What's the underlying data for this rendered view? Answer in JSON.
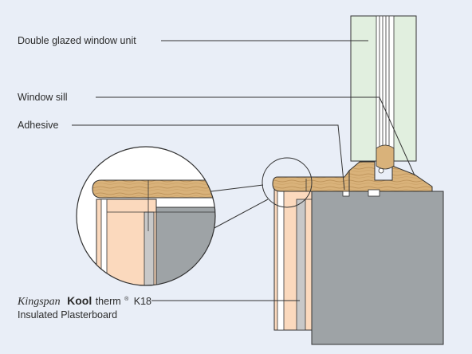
{
  "labels": {
    "glazing": "Double glazed window unit",
    "sill": "Window sill",
    "adhesive": "Adhesive",
    "product_brand": "Kingspan",
    "product_name_bold": "Kool",
    "product_name_rest": "therm",
    "product_reg": "®",
    "product_code": "K18",
    "product_desc": "Insulated Plasterboard"
  },
  "colors": {
    "background": "#e9eef7",
    "wall": "#9ea3a6",
    "plasterboard": "#fbd9bd",
    "insulation": "#c8c8c8",
    "glass": "#e1efdf",
    "timber": "#d9b27a",
    "outline": "#333333"
  }
}
